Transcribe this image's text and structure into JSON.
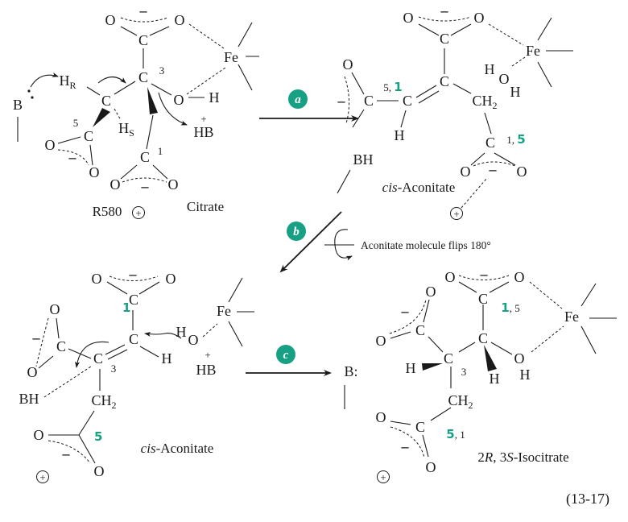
{
  "colors": {
    "accent_green": "#17a083",
    "ink": "#1a1a1a"
  },
  "figure_number": "(13-17)",
  "steps": {
    "a": "a",
    "b": "b",
    "c": "c"
  },
  "flip_note": "Aconitate molecule flips 180°",
  "plus": "+",
  "citrate": {
    "name": "Citrate",
    "residue": "R580",
    "atoms": [
      "O",
      "O",
      "–",
      "C",
      "C",
      "3",
      "C",
      "H",
      "R",
      "B",
      "H",
      "S",
      "O",
      "H",
      "+",
      "HB",
      "C",
      "5",
      "O",
      "–",
      "O",
      "C",
      "1",
      "O",
      "–",
      "O",
      "Fe"
    ]
  },
  "aconitate_top": {
    "name_prefix": "cis",
    "name_suffix": "-Aconitate",
    "atoms": [
      "O",
      "–",
      "O",
      "C",
      "Fe",
      "C",
      "H",
      "O",
      "H",
      "CH",
      "2",
      "O",
      "–",
      "C",
      "5, ",
      "1",
      "C",
      "H",
      "C",
      "1, ",
      "5",
      "O",
      "–",
      "O",
      "BH"
    ]
  },
  "aconitate_bottom": {
    "name_prefix": "cis",
    "name_suffix": "-Aconitate",
    "atoms": [
      "O",
      "–",
      "O",
      "C",
      "1",
      "Fe",
      "C",
      "H",
      "O",
      "H",
      "C",
      "3",
      "C",
      "–",
      "O",
      "O",
      "+",
      "HB",
      "BH",
      "CH",
      "2",
      "O",
      "5",
      "–",
      "O"
    ]
  },
  "isocitrate": {
    "name_parts": [
      "2",
      "R",
      ", 3",
      "S",
      "-Isocitrate"
    ],
    "base": [
      "B",
      ":"
    ],
    "atoms": [
      "O",
      "–",
      "O",
      "O",
      "C",
      "1",
      ", 5",
      "Fe",
      "C",
      "O",
      "–",
      "C",
      "C",
      "3",
      "H",
      "O",
      "H",
      "H",
      "CH",
      "2",
      "O",
      "C",
      "5",
      ", 1",
      "–",
      "O"
    ]
  }
}
